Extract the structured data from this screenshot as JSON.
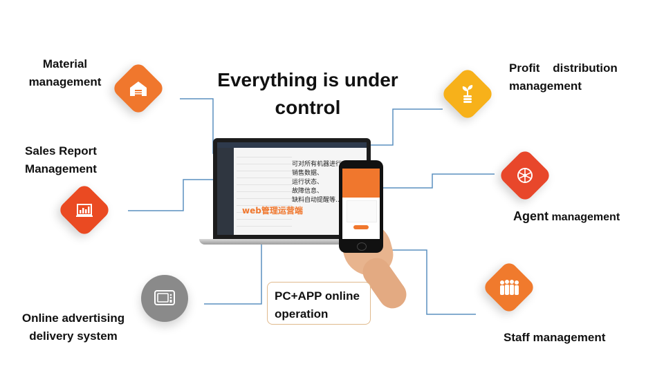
{
  "title": "Everything is under control",
  "features": {
    "material": {
      "label_line1": "Material",
      "label_line2": "management",
      "icon": "warehouse-icon",
      "color": "#f0772d"
    },
    "sales": {
      "label_line1": "Sales Report",
      "label_line2": "Management",
      "icon": "report-chart-icon",
      "color": "#ea4a22"
    },
    "advertising": {
      "label_line1": "Online advertising",
      "label_line2": "delivery system",
      "icon": "monitor-icon",
      "color": "#8a8a8a"
    },
    "profit": {
      "label_line1": "Profit    distribution",
      "label_line2": "management",
      "icon": "plant-coin-icon",
      "color": "#f7b11a"
    },
    "agent": {
      "label_strong": "Agent",
      "label_rest": " management",
      "icon": "network-globe-icon",
      "color": "#e8472b"
    },
    "staff": {
      "label": "Staff management",
      "icon": "people-group-icon",
      "color": "#f07a2d"
    }
  },
  "center": {
    "box_line1": "PC+APP online",
    "box_line2": "operation",
    "laptop_text_lines": [
      "可对所有机器进行实时",
      "销售数据、",
      "运行状态、",
      "故障信息、",
      "缺料自动提醒等..."
    ],
    "web_caption": "web管理运营端"
  },
  "colors": {
    "connector": "#5a8fbf",
    "accent_orange": "#f0772d",
    "box_border": "#e0b98c"
  }
}
